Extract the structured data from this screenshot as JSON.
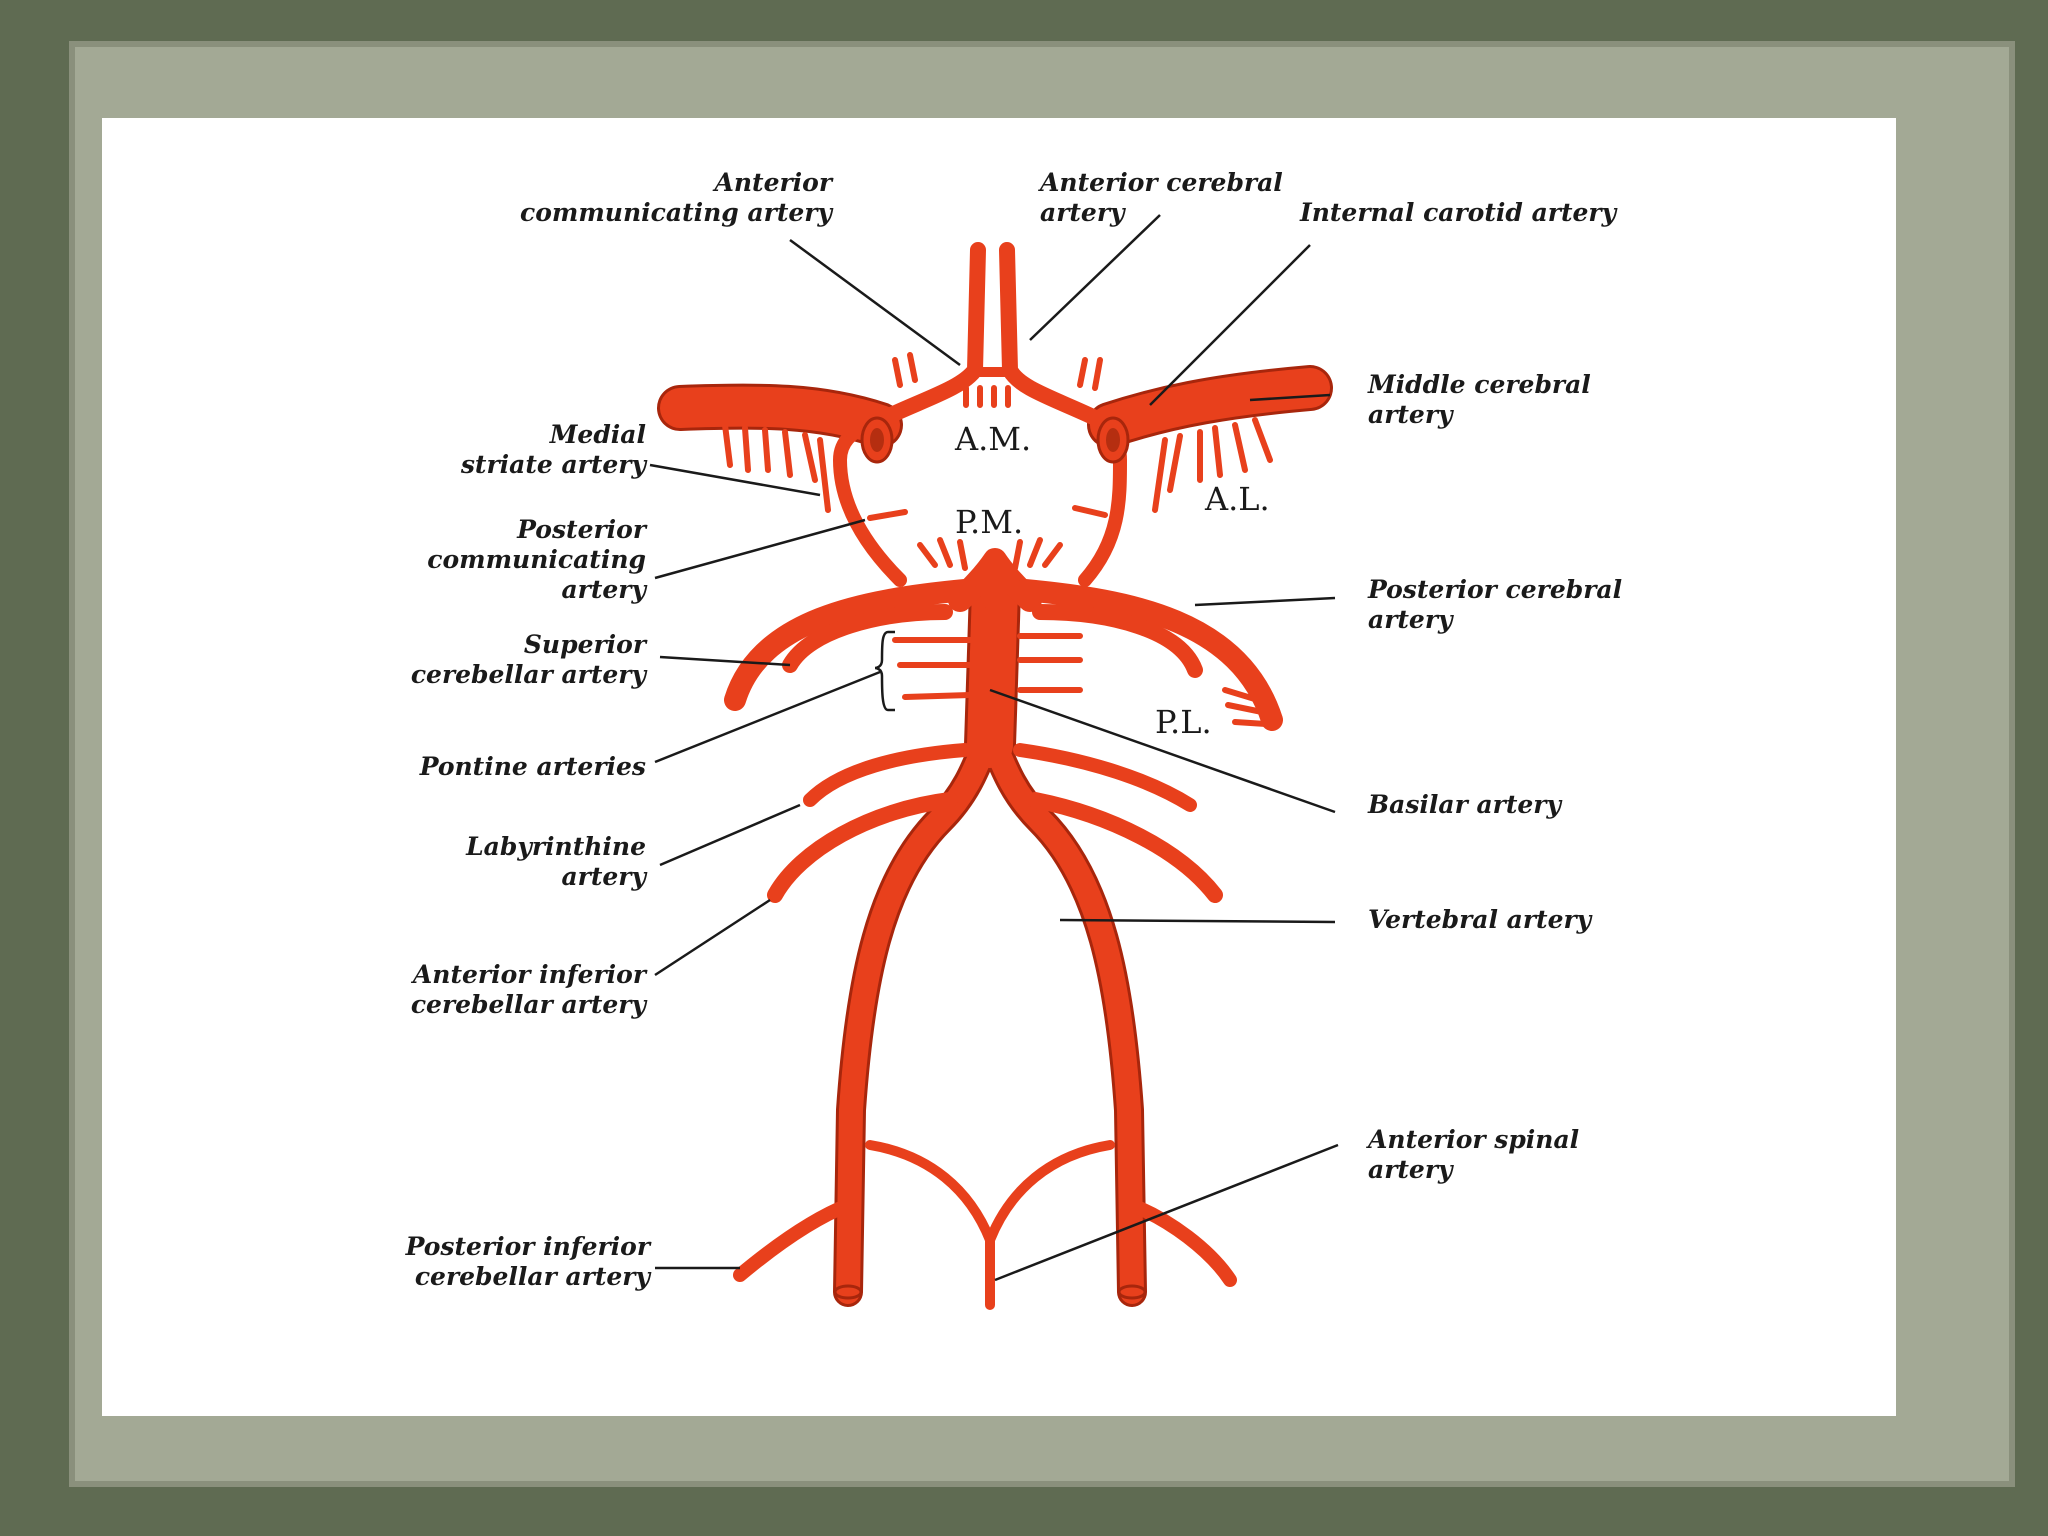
{
  "diagram": {
    "labels": {
      "anterior_communicating": [
        "Anterior",
        "communicating artery"
      ],
      "anterior_cerebral": [
        "Anterior cerebral",
        "artery"
      ],
      "internal_carotid": [
        "Internal carotid artery"
      ],
      "middle_cerebral": [
        "Middle cerebral",
        "artery"
      ],
      "medial_striate": [
        "Medial",
        "striate artery"
      ],
      "posterior_communicating": [
        "Posterior",
        "communicating",
        "artery"
      ],
      "posterior_cerebral": [
        "Posterior cerebral",
        "artery"
      ],
      "superior_cerebellar": [
        "Superior",
        "cerebellar artery"
      ],
      "pontine": [
        "Pontine arteries"
      ],
      "basilar": [
        "Basilar artery"
      ],
      "labyrinthine": [
        "Labyrinthine",
        "artery"
      ],
      "vertebral": [
        "Vertebral artery"
      ],
      "anterior_inferior_cerebellar": [
        "Anterior inferior",
        "cerebellar artery"
      ],
      "anterior_spinal": [
        "Anterior spinal",
        "artery"
      ],
      "posterior_inferior_cerebellar": [
        "Posterior inferior",
        "cerebellar artery"
      ]
    },
    "regions": {
      "am": "A.M.",
      "pm": "P.M.",
      "al": "A.L.",
      "pl": "P.L."
    }
  },
  "colors": {
    "artery": "#e8401c",
    "artery_outline": "#a8260c",
    "frame": "#5f6b52",
    "mat": "#a3a995",
    "panel": "#ffffff",
    "ink": "#1a1a1a"
  }
}
